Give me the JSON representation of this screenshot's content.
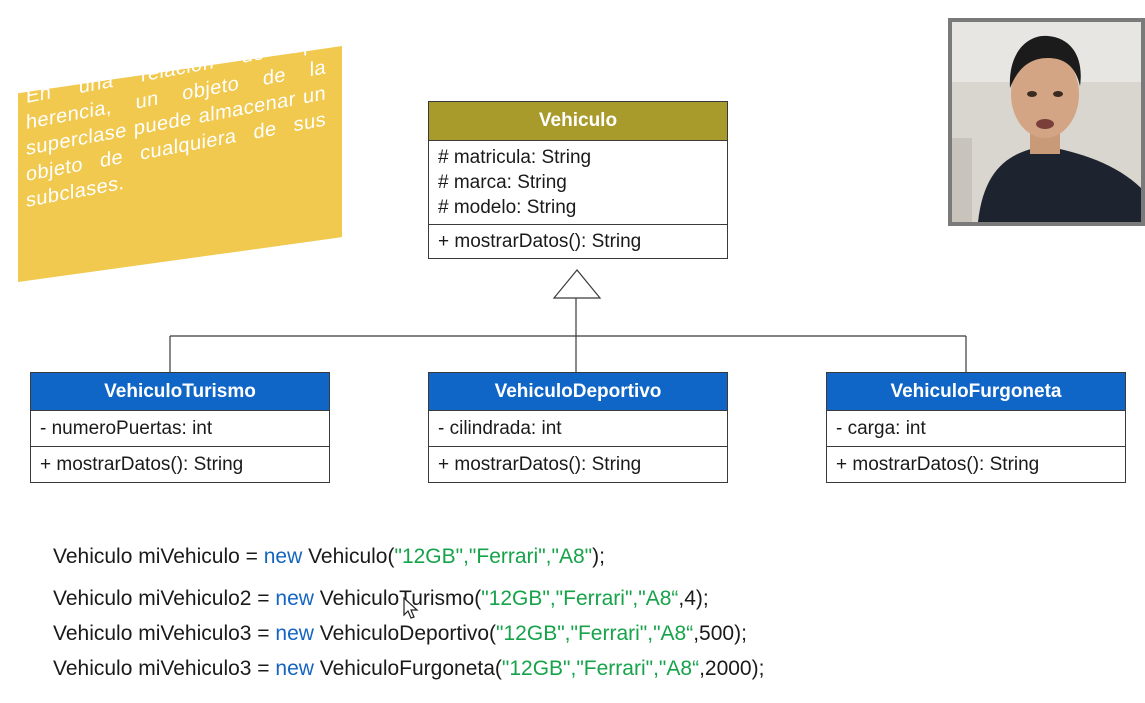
{
  "note": {
    "text": "En una relación de tipo herencia, un objeto de la superclase puede almacenar un objeto de cualquiera de sus subclases."
  },
  "superclass": {
    "name": "Vehiculo",
    "attributes": [
      "# matricula: String",
      "# marca: String",
      "# modelo: String"
    ],
    "methods": [
      "+ mostrarDatos(): String"
    ]
  },
  "subclasses": [
    {
      "name": "VehiculoTurismo",
      "attributes": [
        "- numeroPuertas: int"
      ],
      "methods": [
        "+ mostrarDatos(): String"
      ]
    },
    {
      "name": "VehiculoDeportivo",
      "attributes": [
        "- cilindrada: int"
      ],
      "methods": [
        "+ mostrarDatos(): String"
      ]
    },
    {
      "name": "VehiculoFurgoneta",
      "attributes": [
        "- carga: int"
      ],
      "methods": [
        "+ mostrarDatos(): String"
      ]
    }
  ],
  "code": {
    "lines": [
      {
        "decl": "Vehiculo miVehiculo = ",
        "keyword": "new",
        "ctor": " Vehiculo(",
        "args": "\"12GB\",\"Ferrari\",\"A8\"",
        "rest": ");"
      },
      {
        "decl": "Vehiculo miVehiculo2 = ",
        "keyword": "new",
        "ctor": " VehiculoTurismo(",
        "args": "\"12GB\",\"Ferrari\",\"A8“",
        "rest": ",4);"
      },
      {
        "decl": "Vehiculo miVehiculo3 = ",
        "keyword": "new",
        "ctor": " VehiculoDeportivo(",
        "args": "\"12GB\",\"Ferrari\",\"A8“",
        "rest": ",500);"
      },
      {
        "decl": "Vehiculo miVehiculo3 = ",
        "keyword": "new",
        "ctor": " VehiculoFurgoneta(",
        "args": "\"12GB\",\"Ferrari\",\"A8“",
        "rest": ",2000);"
      }
    ]
  },
  "colors": {
    "note_bg": "#f0c94e",
    "superclass_header": "#a89a2b",
    "subclass_header": "#1066c7",
    "keyword": "#1565c0",
    "string": "#16a34a"
  },
  "icons": {
    "cursor": "mouse-pointer-icon",
    "webcam": "presenter-webcam"
  }
}
